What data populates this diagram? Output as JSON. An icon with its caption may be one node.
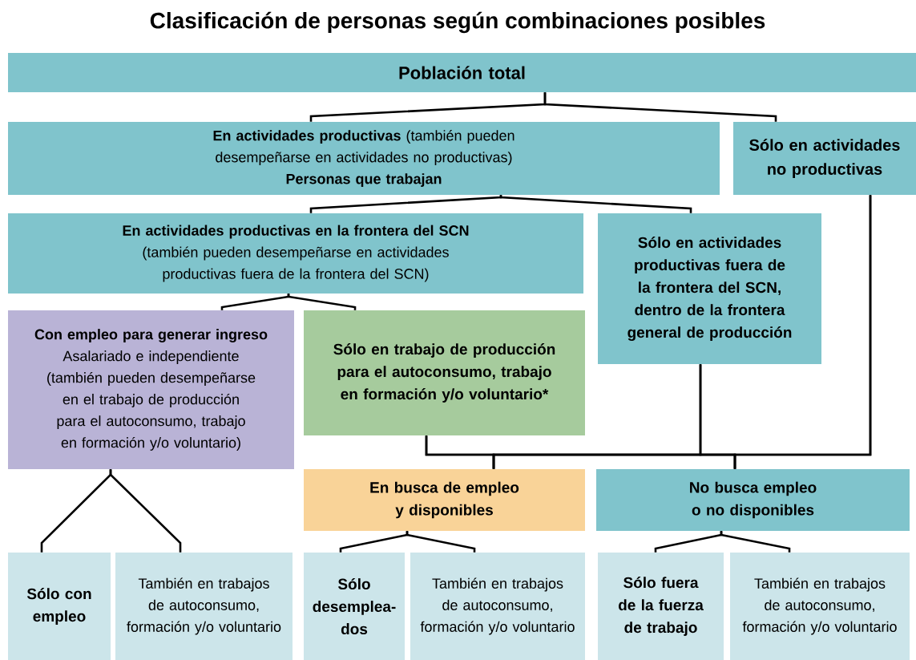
{
  "diagram": {
    "title": "Clasificación de personas según combinaciones posibles",
    "nodes": [
      {
        "text": [
          "Población total"
        ]
      },
      {
        "text": [
          "**En actividades productivas** (también pueden desempeñarse en actividades no productivas)",
          "Personas que trabajan"
        ]
      },
      {
        "text": [
          "Sólo en actividades no productivas"
        ]
      },
      {
        "text": [
          "En actividades productivas en la frontera del SCN",
          "(también pueden desempeñarse en actividades productivas fuera de la frontera del SCN)"
        ]
      },
      {
        "text": [
          "Sólo en actividades productivas fuera de la frontera del SCN, dentro de la frontera general de producción"
        ]
      },
      {
        "text": [
          "Con empleo para generar ingreso",
          "Asalariado e independiente",
          "(también pueden desempeñarse en el trabajo de producción para el autoconsumo, trabajo en formación y/o voluntario)"
        ]
      },
      {
        "text": [
          "Sólo en trabajo de producción para el autoconsumo, trabajo en formación y/o voluntario*"
        ]
      },
      {
        "text": [
          "En busca de empleo y disponibles"
        ]
      },
      {
        "text": [
          "No busca empleo o no disponibles"
        ]
      },
      {
        "text": [
          "Sólo con empleo"
        ]
      },
      {
        "text": [
          "También en trabajos de autoconsumo, formación y/o voluntario"
        ]
      },
      {
        "text": [
          "Sólo desemplea- dos"
        ]
      },
      {
        "text": [
          "También en trabajos de autoconsumo, formación y/o voluntario"
        ]
      },
      {
        "text": [
          "Sólo fuera de la fuerza de trabajo"
        ]
      },
      {
        "text": [
          "También en trabajos de autoconsumo, formación y/o voluntario"
        ]
      }
    ],
    "edges": [
      {
        "from": 0,
        "to": 1,
        "arrow": "none"
      },
      {
        "from": 0,
        "to": 2,
        "arrow": "none"
      },
      {
        "from": 1,
        "to": 3,
        "arrow": "none"
      },
      {
        "from": 1,
        "to": 4,
        "arrow": "none"
      },
      {
        "from": 3,
        "to": 5,
        "arrow": "none"
      },
      {
        "from": 3,
        "to": 6,
        "arrow": "none"
      },
      {
        "from": 5,
        "to": 9,
        "arrow": "none"
      },
      {
        "from": 5,
        "to": 10,
        "arrow": "none"
      },
      {
        "from": 7,
        "to": 11,
        "arrow": "none"
      },
      {
        "from": 7,
        "to": 12,
        "arrow": "none"
      },
      {
        "from": 8,
        "to": 13,
        "arrow": "none"
      },
      {
        "from": 8,
        "to": 14,
        "arrow": "none"
      },
      {
        "from": 6,
        "to": 7,
        "arrow": "none"
      },
      {
        "from": 6,
        "to": 8,
        "arrow": "none"
      },
      {
        "from": 4,
        "to": 7,
        "arrow": "none"
      },
      {
        "from": 4,
        "to": 8,
        "arrow": "none"
      },
      {
        "from": 2,
        "to": 7,
        "arrow": "none"
      },
      {
        "from": 2,
        "to": 8,
        "arrow": "none"
      }
    ]
  }
}
